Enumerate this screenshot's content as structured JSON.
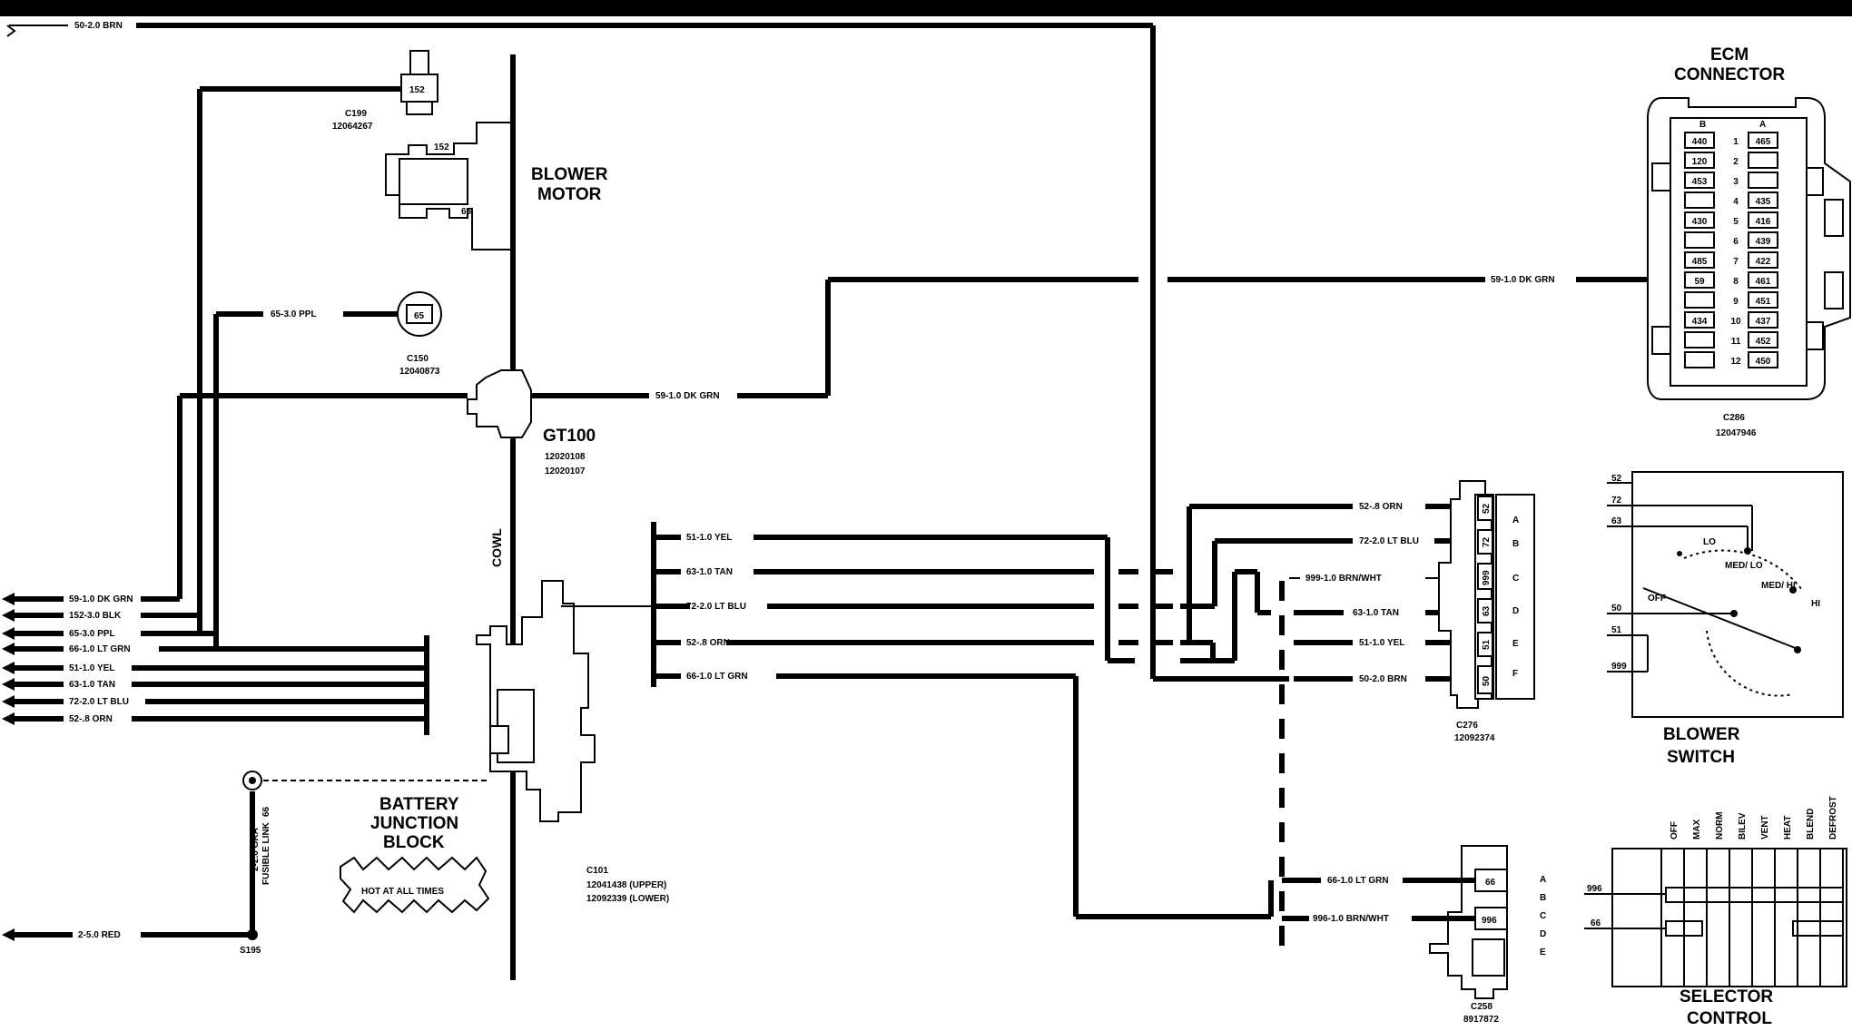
{
  "title": "",
  "top_wire": "50-2.0 BRN",
  "c199": {
    "cavity": "152",
    "name": "C199",
    "part": "12064267"
  },
  "blower_motor": {
    "line1": "BLOWER",
    "line2": "MOTOR",
    "pin_top": "152",
    "pin_bottom": "65"
  },
  "c150": {
    "cavity": "65",
    "wire": "65-3.0 PPL",
    "name": "C150",
    "part": "12040873"
  },
  "gt100": {
    "name": "GT100",
    "part1": "12020108",
    "part2": "12020107",
    "wire": "59-1.0 DK GRN"
  },
  "cowl": "COWL",
  "left_wires": [
    "59-1.0 DK GRN",
    "152-3.0 BLK",
    "65-3.0 PPL",
    "66-1.0 LT GRN",
    "51-1.0 YEL",
    "63-1.0 TAN",
    "72-2.0 LT BLU",
    "52-.8 ORN"
  ],
  "battery_junction": {
    "line1": "BATTERY",
    "line2": "JUNCTION",
    "line3": "BLOCK",
    "hot": "HOT AT ALL TIMES"
  },
  "c101": {
    "name": "C101",
    "upper": "12041438 (UPPER)",
    "lower": "12092339 (LOWER)"
  },
  "fusible": {
    "wire": "2-2.0 GRA",
    "link": "FUSIBLE LINK",
    "pin": "66",
    "splice": "S195",
    "red_wire": "2-5.0 RED"
  },
  "mid_wires": [
    "51-1.0 YEL",
    "63-1.0 TAN",
    "72-2.0 LT BLU",
    "52-.8 ORN",
    "66-1.0 LT GRN"
  ],
  "ecm": {
    "title1": "ECM",
    "title2": "CONNECTOR",
    "colB": "B",
    "colA": "A",
    "rows": [
      {
        "n": "1",
        "b": "440",
        "a": "465"
      },
      {
        "n": "2",
        "b": "120",
        "a": ""
      },
      {
        "n": "3",
        "b": "453",
        "a": ""
      },
      {
        "n": "4",
        "b": "",
        "a": "435"
      },
      {
        "n": "5",
        "b": "430",
        "a": "416"
      },
      {
        "n": "6",
        "b": "",
        "a": "439"
      },
      {
        "n": "7",
        "b": "485",
        "a": "422"
      },
      {
        "n": "8",
        "b": "59",
        "a": "461"
      },
      {
        "n": "9",
        "b": "",
        "a": "451"
      },
      {
        "n": "10",
        "b": "434",
        "a": "437"
      },
      {
        "n": "11",
        "b": "",
        "a": "452"
      },
      {
        "n": "12",
        "b": "",
        "a": "450"
      }
    ],
    "name": "C286",
    "part": "12047946",
    "wire": "59-1.0 DK GRN"
  },
  "c276": {
    "name": "C276",
    "part": "12092374",
    "pins": [
      {
        "letter": "A",
        "cav": "52",
        "wire": "52-.8 ORN"
      },
      {
        "letter": "B",
        "cav": "72",
        "wire": "72-2.0 LT BLU"
      },
      {
        "letter": "C",
        "cav": "999",
        "wire": "999-1.0 BRN/WHT"
      },
      {
        "letter": "D",
        "cav": "63",
        "wire": "63-1.0 TAN"
      },
      {
        "letter": "E",
        "cav": "51",
        "wire": "51-1.0 YEL"
      },
      {
        "letter": "F",
        "cav": "50",
        "wire": "50-2.0 BRN"
      }
    ]
  },
  "blower_switch": {
    "line1": "BLOWER",
    "line2": "SWITCH",
    "wires": [
      "52",
      "72",
      "63",
      "50",
      "51",
      "999"
    ],
    "positions": [
      "LO",
      "MED/ LO",
      "MED/ HI",
      "HI",
      "OFF"
    ]
  },
  "c258": {
    "name": "C258",
    "part": "8917872",
    "letters": [
      "A",
      "B",
      "C",
      "D",
      "E"
    ],
    "cav1": "66",
    "cav2": "996",
    "wire1": "66-1.0 LT GRN",
    "wire2": "996-1.0 BRN/WHT"
  },
  "selector": {
    "line1": "SELECTOR",
    "line2": "CONTROL",
    "modes": [
      "OFF",
      "MAX",
      "NORM",
      "BILEV",
      "VENT",
      "HEAT",
      "BLEND",
      "DEFROST"
    ],
    "wire1": "996",
    "wire2": "66"
  }
}
